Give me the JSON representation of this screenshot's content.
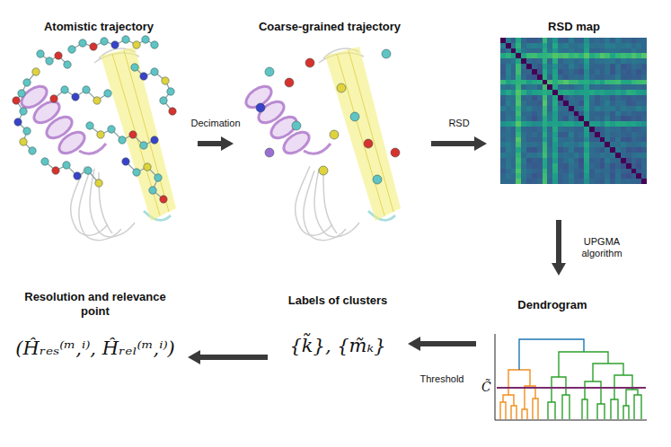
{
  "diagram": {
    "nodes": [
      {
        "text": [
          "Atomistic trajectory"
        ]
      },
      {
        "text": [
          "Coarse-grained trajectory"
        ]
      },
      {
        "text": [
          "RSD map"
        ]
      },
      {
        "text": [
          "Dendrogram"
        ]
      },
      {
        "text": [
          "Labels of clusters",
          "{k̃}, {m̃ₖ}"
        ]
      },
      {
        "text": [
          "Resolution and relevance point",
          "(Ĥᵣₑₛ⁽ᵐ,ⁱ⁾, Ĥᵣₑₗ⁽ᵐ,ⁱ⁾)"
        ]
      }
    ],
    "edges": [
      {
        "from": 0,
        "to": 1,
        "arrow": "to",
        "label": "Decimation"
      },
      {
        "from": 1,
        "to": 2,
        "arrow": "to",
        "label": "RSD"
      },
      {
        "from": 2,
        "to": 3,
        "arrow": "to",
        "label": "UPGMA algorithm"
      },
      {
        "from": 3,
        "to": 4,
        "arrow": "to",
        "label": "Threshold"
      },
      {
        "from": 4,
        "to": 5,
        "arrow": "to"
      }
    ],
    "labels": [
      "C̃"
    ]
  }
}
